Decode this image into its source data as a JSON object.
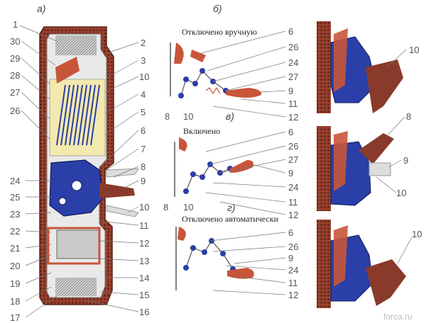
{
  "diagram": {
    "sections": {
      "a": "а)",
      "b": "б)",
      "v": "в)",
      "g": "г)"
    },
    "captions": {
      "off_manual": "Отключено вручную",
      "on": "Включено",
      "off_auto": "Отключено автоматически"
    },
    "watermark": "forca.ru",
    "labels_a_left": [
      "1",
      "30",
      "29",
      "28",
      "27",
      "26",
      "24",
      "25",
      "23",
      "22",
      "21",
      "20",
      "19",
      "18",
      "17"
    ],
    "labels_a_right": [
      "2",
      "3",
      "10",
      "4",
      "5",
      "6",
      "7",
      "8",
      "9",
      "10",
      "11",
      "12",
      "13",
      "14",
      "15",
      "16"
    ],
    "labels_b": [
      "6",
      "26",
      "24",
      "27",
      "9",
      "11",
      "12",
      "8",
      "10"
    ],
    "labels_v": [
      "6",
      "26",
      "27",
      "9",
      "24",
      "11",
      "12",
      "8",
      "10"
    ],
    "labels_g": [
      "6",
      "26",
      "9",
      "24",
      "11",
      "12"
    ],
    "labels_b_right": [
      "10"
    ],
    "labels_v_right": [
      "8",
      "9",
      "10"
    ],
    "labels_g_right": [
      "10"
    ],
    "colors": {
      "housing": "#8a3a2a",
      "mechanism": "#2a3fa8",
      "arc_chute": "#f2e6a8",
      "handle": "#c8553a"
    }
  }
}
